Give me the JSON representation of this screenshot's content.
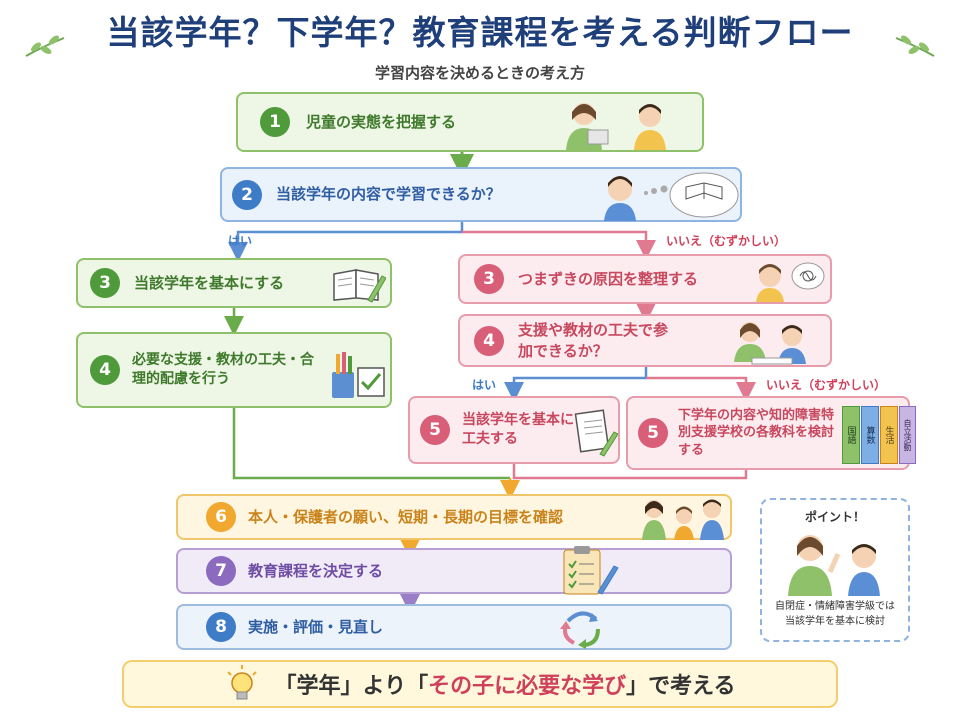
{
  "title": "当該学年？下学年？教育課程を考える判断フロー",
  "subtitle": "学習内容を決めるときの考え方",
  "steps": {
    "s1": {
      "num": "1",
      "label": "児童の実態を把握する"
    },
    "s2": {
      "num": "2",
      "label": "当該学年の内容で学習できるか？"
    },
    "s3l": {
      "num": "3",
      "label": "当該学年を基本にする"
    },
    "s4l": {
      "num": "4",
      "label": "必要な支援・教材の工夫・合理的配慮を行う"
    },
    "s3r": {
      "num": "3",
      "label": "つまずきの原因を整理する"
    },
    "s4r": {
      "num": "4",
      "label": "支援や教材の工夫で参加できるか？"
    },
    "s5a": {
      "num": "5",
      "label": "当該学年を基本に工夫する"
    },
    "s5b": {
      "num": "5",
      "label": "下学年の内容や知的障害特別支援学校の各教科を検討する"
    },
    "s6": {
      "num": "6",
      "label": "本人・保護者の願い、短期・長期の目標を確認"
    },
    "s7": {
      "num": "7",
      "label": "教育課程を決定する"
    },
    "s8": {
      "num": "8",
      "label": "実施・評価・見直し"
    }
  },
  "branches": {
    "yes1": "はい",
    "no1": "いいえ（むずかしい）",
    "yes2": "はい",
    "no2": "いいえ（むずかしい）"
  },
  "books": [
    "国語",
    "算数",
    "生活",
    "自立活動"
  ],
  "point": {
    "title": "ポイント！",
    "text": "自閉症・情緒障害学級では当該学年を基本に検討"
  },
  "banner": {
    "part1": "「学年」より「",
    "part2": "その子に必要な学び",
    "part3": "」で考える"
  }
}
